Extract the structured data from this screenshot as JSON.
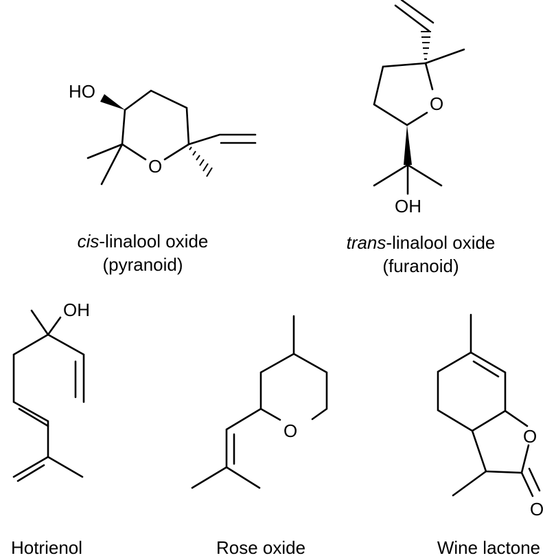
{
  "atoms": {
    "oxygen": "O",
    "hydroxyl": "HO",
    "hydroxyl_r": "OH"
  },
  "molecules": [
    {
      "id": "cis-linalool-oxide",
      "caption_prefix": "cis",
      "caption_rest": "-linalool oxide",
      "subcaption": "(pyranoid)"
    },
    {
      "id": "trans-linalool-oxide",
      "caption_prefix": "trans",
      "caption_rest": "-linalool oxide",
      "subcaption": "(furanoid)"
    },
    {
      "id": "hotrienol",
      "caption": "Hotrienol"
    },
    {
      "id": "rose-oxide",
      "caption": "Rose oxide"
    },
    {
      "id": "wine-lactone",
      "caption": "Wine lactone"
    }
  ]
}
